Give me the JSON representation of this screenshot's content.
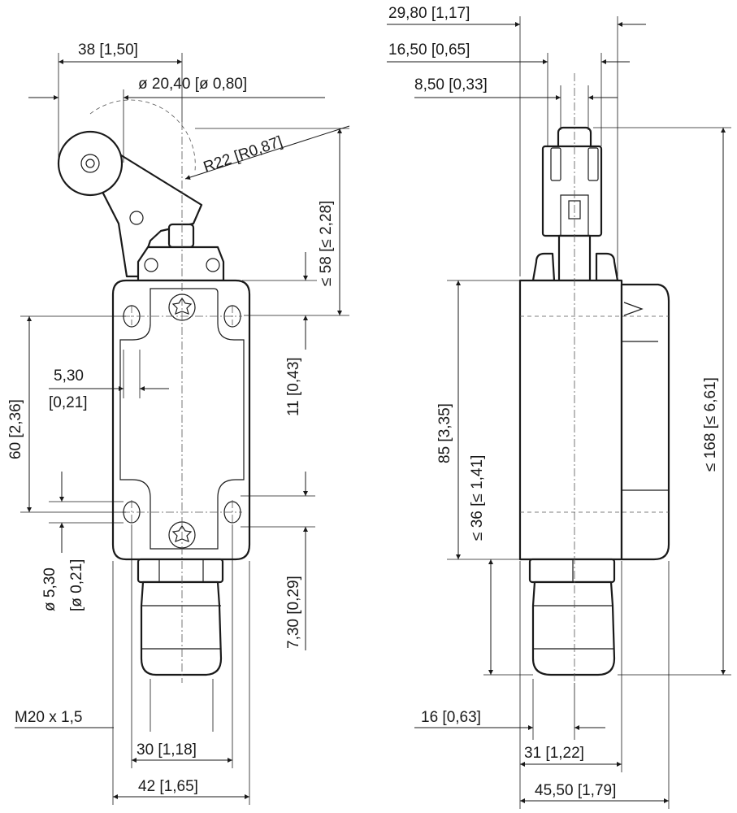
{
  "dimensions": {
    "left_view": {
      "lever_offset": "38 [1,50]",
      "roller_diameter": "ø 20,40 [ø 0,80]",
      "lever_radius": "R22 [R0,87]",
      "lever_height": "≤ 58 [≤ 2,28]",
      "hole_offset_value": "5,30",
      "hole_offset_inch": "[0,21]",
      "hole_pitch": "60 [2,36]",
      "top_hole": "11 [0,43]",
      "hole_diameter_value": "ø 5,30",
      "hole_diameter_inch": "[ø 0,21]",
      "bottom_hole": "7,30 [0,29]",
      "thread": "M20 x 1,5",
      "hole_spacing": "30 [1,18]",
      "body_width": "42 [1,65]"
    },
    "right_view": {
      "lever_total_width": "29,80 [1,17]",
      "lever_outer": "16,50 [0,65]",
      "lever_inner": "8,50 [0,33]",
      "body_height": "85 [3,35]",
      "cable_entry_height": "≤ 36 [≤ 1,41]",
      "overall_height": "≤ 168 [≤ 6,61]",
      "gland_depth": "16 [0,63]",
      "body_depth_inner": "31 [1,22]",
      "body_depth": "45,50 [1,79]"
    }
  }
}
